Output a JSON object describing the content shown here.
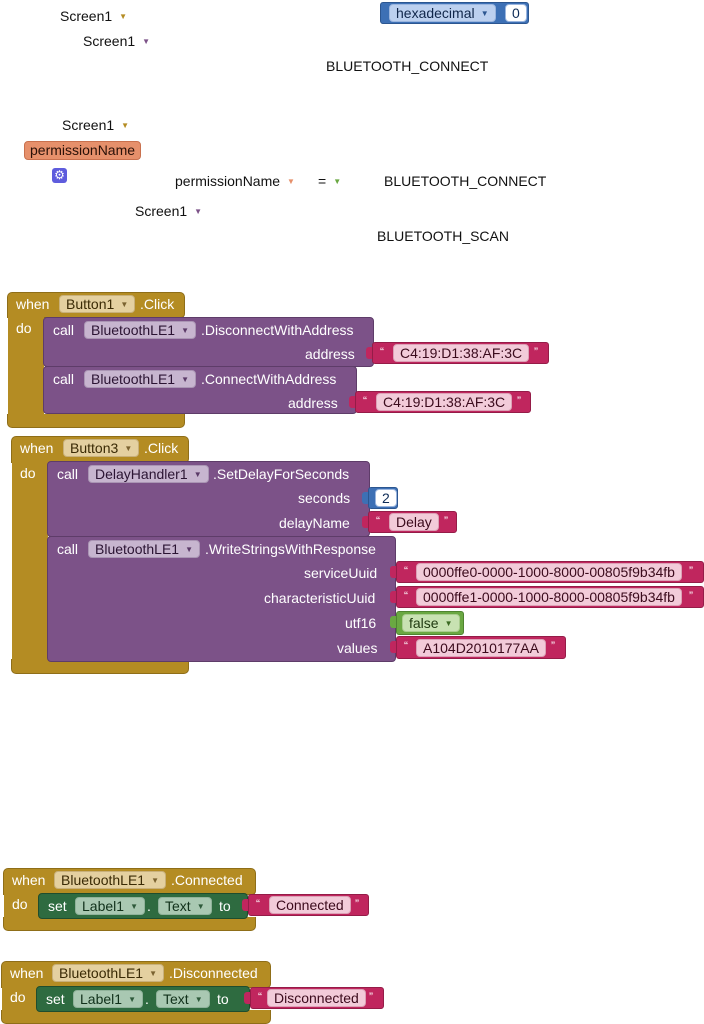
{
  "loose": {
    "screen1_a": "Screen1",
    "screen1_b": "Screen1",
    "bt_connect_1": "BLUETOOTH_CONNECT",
    "screen1_c": "Screen1",
    "permission_name_param": "permissionName",
    "permission_name_get": "permissionName",
    "equals": "=",
    "bt_connect_2": "BLUETOOTH_CONNECT",
    "screen1_d": "Screen1",
    "bt_scan": "BLUETOOTH_SCAN",
    "hexadecimal": "hexadecimal",
    "hex_value": "0"
  },
  "button1_click": {
    "when": "when",
    "component": "Button1",
    "event": ".Click",
    "do": "do",
    "call1": {
      "call": "call",
      "component": "BluetoothLE1",
      "method": ".DisconnectWithAddress",
      "param": "address",
      "value": "C4:19:D1:38:AF:3C"
    },
    "call2": {
      "call": "call",
      "component": "BluetoothLE1",
      "method": ".ConnectWithAddress",
      "param": "address",
      "value": "C4:19:D1:38:AF:3C"
    }
  },
  "button3_click": {
    "when": "when",
    "component": "Button3",
    "event": ".Click",
    "do": "do",
    "call1": {
      "call": "call",
      "component": "DelayHandler1",
      "method": ".SetDelayForSeconds",
      "seconds_label": "seconds",
      "seconds_value": "2",
      "delayname_label": "delayName",
      "delayname_value": "Delay"
    },
    "call2": {
      "call": "call",
      "component": "BluetoothLE1",
      "method": ".WriteStringsWithResponse",
      "serviceuuid_label": "serviceUuid",
      "serviceuuid_value": "0000ffe0-0000-1000-8000-00805f9b34fb",
      "characteristicuuid_label": "characteristicUuid",
      "characteristicuuid_value": "0000ffe1-0000-1000-8000-00805f9b34fb",
      "utf16_label": "utf16",
      "utf16_value": "false",
      "values_label": "values",
      "values_value": "A104D2010177AA"
    }
  },
  "connected": {
    "when": "when",
    "component": "BluetoothLE1",
    "event": ".Connected",
    "do": "do",
    "set": "set",
    "target": "Label1",
    "dot": ".",
    "property": "Text",
    "to": "to",
    "value": "Connected"
  },
  "disconnected": {
    "when": "when",
    "component": "BluetoothLE1",
    "event": ".Disconnected",
    "do": "do",
    "set": "set",
    "target": "Label1",
    "dot": ".",
    "property": "Text",
    "to": "to",
    "value": "Disconnected"
  },
  "glyphs": {
    "caret": "▾",
    "open_quote": "“",
    "close_quote": "”",
    "gear": "⚙"
  },
  "colors": {
    "event": "#b48c23",
    "procedure": "#7c5288",
    "setter": "#2e6b40",
    "text": "#c0265e",
    "number": "#3d70b5",
    "logic": "#6aa842",
    "permission": "#e6906b"
  }
}
